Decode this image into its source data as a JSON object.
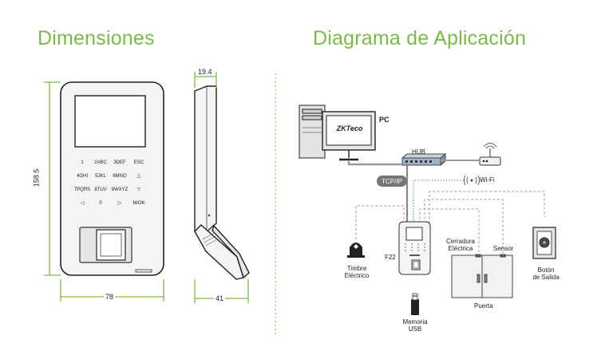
{
  "headings": {
    "dimensions": "Dimensiones",
    "application": "Diagrama de Aplicación"
  },
  "dimensions": {
    "height": "158.5",
    "width": "78",
    "depth_top": "19.4",
    "depth_total": "41"
  },
  "device_keys": [
    "1",
    "2ABC",
    "3DEF",
    "ESC",
    "4GHI",
    "5JKL",
    "6MNO",
    "△",
    "7PQRS",
    "8TUV",
    "9WXYZ",
    "▽",
    "◁",
    "0",
    "▷",
    "M/OK"
  ],
  "diagram": {
    "pc": "PC",
    "logo": "ZKTeco",
    "hub": "HUB",
    "tcpip": "TCP/IP",
    "wifi": "Wi-Fi",
    "device": "F22",
    "doorbell": [
      "Timbre",
      "Eléctrico"
    ],
    "usb": [
      "Memoria",
      "USB"
    ],
    "lock": [
      "Cerradura",
      "Eléctrica"
    ],
    "sensor": "Sensor",
    "door": "Puerta",
    "exit_button": [
      "Botón",
      "de Salida"
    ]
  },
  "colors": {
    "accent_green": "#7cb94b",
    "wire_gray": "#888888",
    "wifi_blue": "#3d8fb5"
  }
}
